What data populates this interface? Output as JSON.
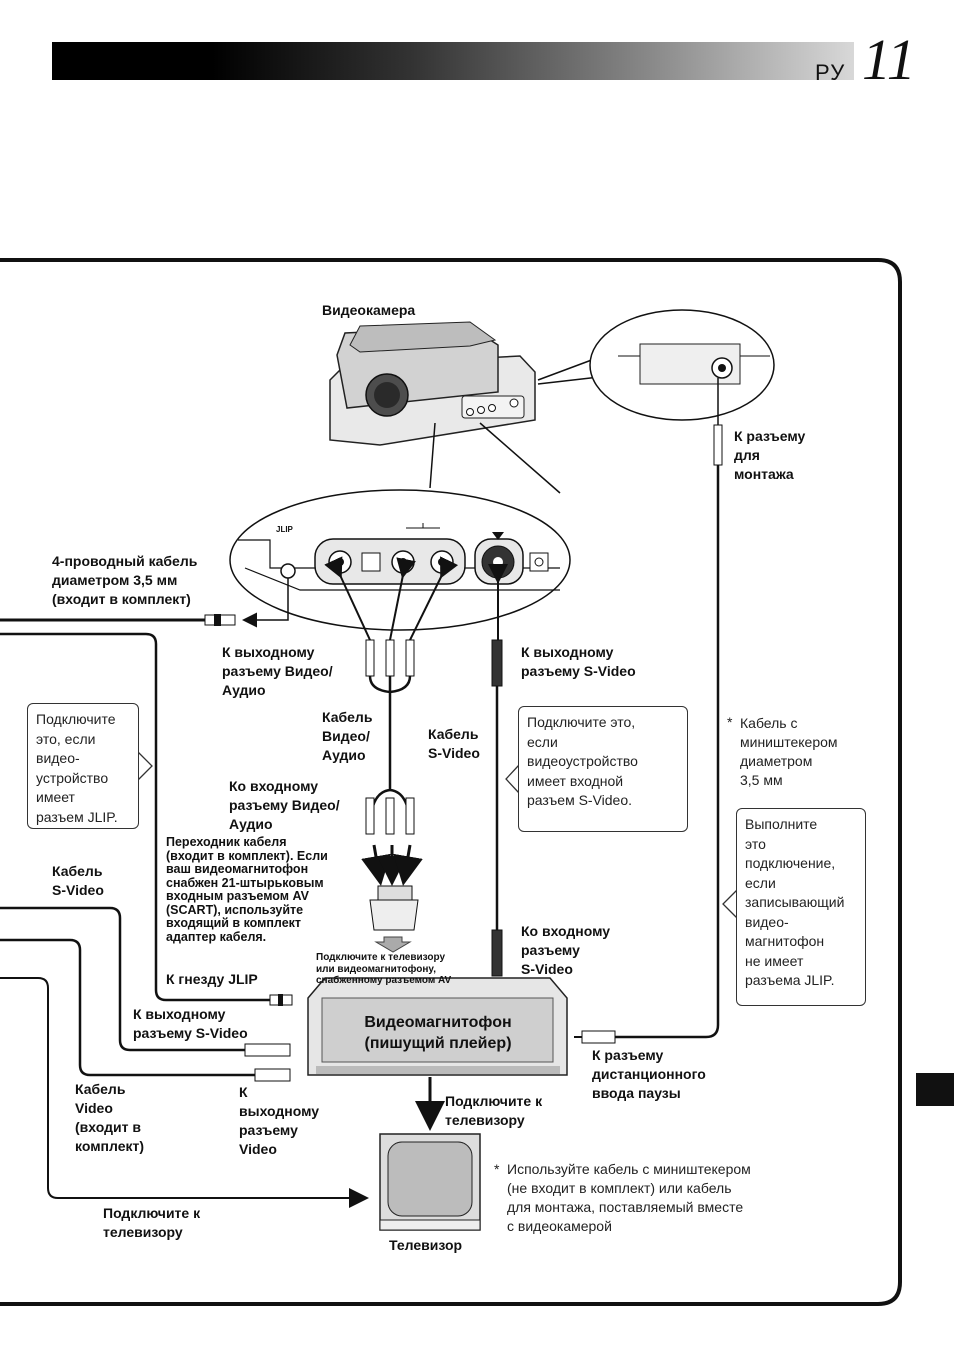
{
  "header": {
    "lang": "РУ",
    "page_number": "11"
  },
  "labels": {
    "camcorder": "Видеокамера",
    "to_edit_jack": "К разъему\nдля\nмонтажа",
    "four_wire_cable": "4-проводный кабель\nдиаметром 3,5 мм\n(входит в комплект)",
    "jlip_mark": "JLIP",
    "to_av_out": "К выходному\nразъему Видео/\nАудио",
    "to_svideo_out": "К выходному\nразъему S-Video",
    "av_cable": "Кабель\nВидео/\nАудио",
    "svideo_cable": "Кабель\nS-Video",
    "to_av_in": "Ко входному\nразъему Видео/\nАудио",
    "adapter": "Переходник кабеля\n(входит в комплект). Если\nваш видеомагнитофон\nснабжен 21-штырьковым\nвходным разъемом AV\n(SCART), используйте\nвходящий в комплект\nадаптер кабеля.",
    "connect_scart": "Подключите к телевизору\nили видеомагнитофону,\nснабженному разъемом AV",
    "to_svideo_in": "Ко входному\nразъему\nS-Video",
    "svideo_cable_left": "Кабель\nS-Video",
    "to_jlip": "К гнезду JLIP",
    "to_svideo_out_left": "К выходному\nразъему S-Video",
    "vcr": "Видеомагнитофон\n(пишущий плейер)",
    "to_pause_jack": "К разъему\nдистанционного\nввода паузы",
    "video_cable": "Кабель\nVideo\n(входит в\nкомплект)",
    "to_video_out": "К\nвыходному\nразъему\nVideo",
    "connect_tv_right": "Подключите к\nтелевизору",
    "connect_tv_left": "Подключите к\nтелевизору",
    "tv": "Телевизор",
    "mini_cable": "Кабель с\nмиништекером\nдиаметром\n3,5 мм",
    "footnote_mark": "*",
    "mini_mark": "*",
    "footnote": "Используйте кабель с миништекером\n(не входит в комплект) или кабель\nдля монтажа, поставляемый вместе\nс видеокамерой"
  },
  "notes": {
    "jlip_note": "Подключите\nэто, если\nвидео-\nустройство\nимеет\nразъем JLIP.",
    "svideo_note": "Подключите это,\nесли\nвидеоустройство\nимеет входной\nразъем S-Video.",
    "no_jlip_note": "Выполните\nэто\nподключение,\nесли\nзаписывающий\nвидео-\nмагнитофон\nне имеет\nразъема JLIP."
  }
}
